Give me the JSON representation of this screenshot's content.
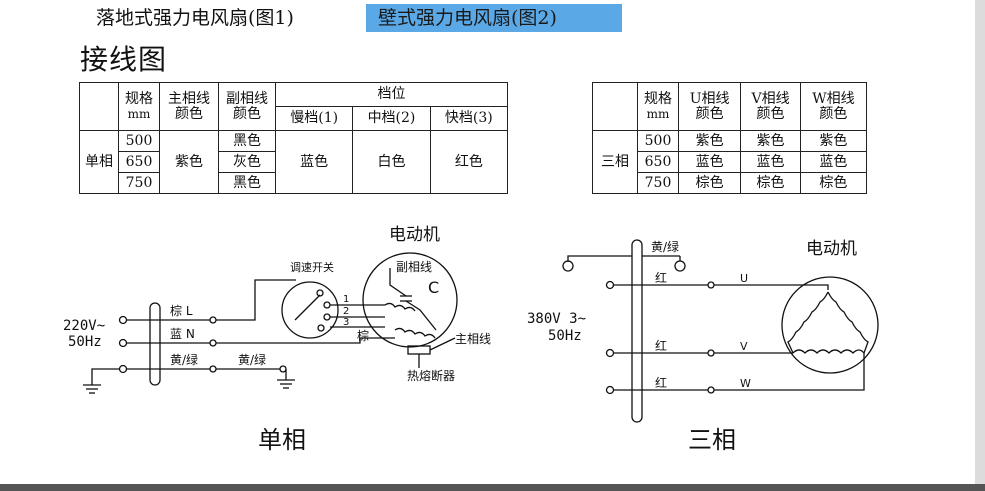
{
  "tabs": {
    "floor_fan": "落地式强力电风扇(图1)",
    "wall_fan": "壁式强力电风扇(图2)"
  },
  "wiring_title": "接线图",
  "single_phase_table": {
    "spec_header_line1": "规格",
    "spec_header_line2": "mm",
    "main_line_header_line1": "主相线",
    "main_line_header_line2": "颜色",
    "aux_line_header_line1": "副相线",
    "aux_line_header_line2": "颜色",
    "speed_header": "档位",
    "speeds": [
      "慢档(1)",
      "中档(2)",
      "快档(3)"
    ],
    "row_label": "单相",
    "sizes": [
      "500",
      "650",
      "750"
    ],
    "main_color": "紫色",
    "aux_colors": [
      "黑色",
      "灰色",
      "黑色"
    ],
    "speed_colors": [
      "蓝色",
      "白色",
      "红色"
    ]
  },
  "three_phase_table": {
    "spec_header_line1": "规格",
    "spec_header_line2": "mm",
    "u_header_line1": "U相线",
    "u_header_line2": "颜色",
    "v_header_line1": "V相线",
    "v_header_line2": "颜色",
    "w_header_line1": "W相线",
    "w_header_line2": "颜色",
    "row_label": "三相",
    "rows": [
      {
        "size": "500",
        "u": "紫色",
        "v": "紫色",
        "w": "紫色"
      },
      {
        "size": "650",
        "u": "蓝色",
        "v": "蓝色",
        "w": "蓝色"
      },
      {
        "size": "750",
        "u": "棕色",
        "v": "棕色",
        "w": "棕色"
      }
    ]
  },
  "single_phase_diagram": {
    "motor_label": "电动机",
    "switch_label": "调速开关",
    "aux_winding": "副相线",
    "capacitor": "C",
    "supply_voltage": "220V~",
    "supply_freq": "50Hz",
    "wire_brown": "棕 L",
    "wire_blue": "蓝 N",
    "wire_ground": "黄/绿",
    "wire_ground2": "黄/绿",
    "switch_pos": [
      "1",
      "2",
      "3"
    ],
    "brown_motor": "棕",
    "main_winding": "主相线",
    "fuse": "热熔断器",
    "caption": "单相"
  },
  "three_phase_diagram": {
    "motor_label": "电动机",
    "ground_wire": "黄/绿",
    "supply_voltage": "380V 3~",
    "supply_freq": "50Hz",
    "wire_red_1": "红",
    "wire_red_2": "红",
    "wire_red_3": "红",
    "phase_u": "U",
    "phase_v": "V",
    "phase_w": "W",
    "caption": "三相"
  }
}
